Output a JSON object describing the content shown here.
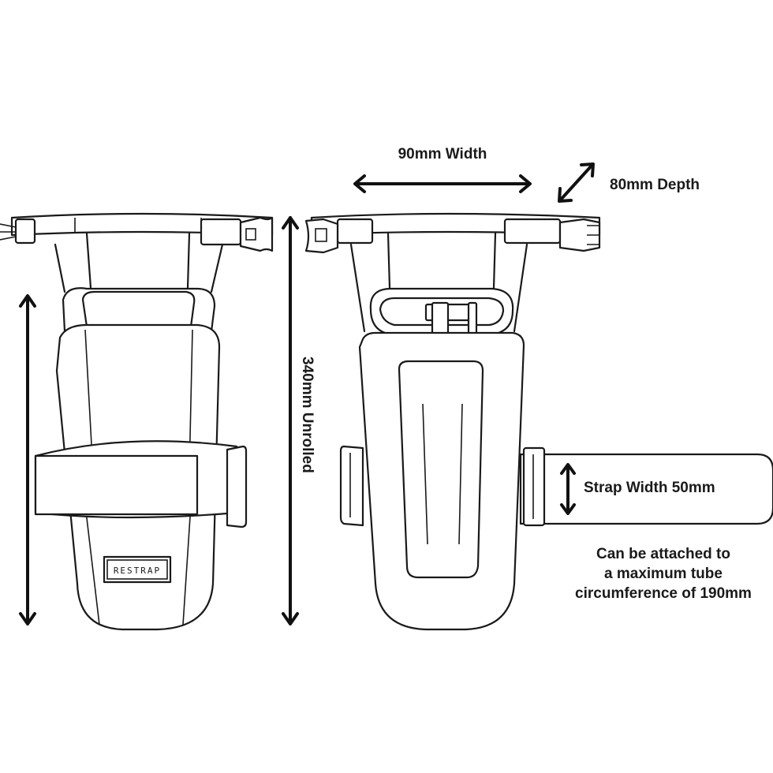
{
  "labels": {
    "width": "90mm Width",
    "depth": "80mm Depth",
    "height": "340mm Unrolled",
    "strap_width": "Strap Width 50mm",
    "attach_line1": "Can be attached to",
    "attach_line2": "a maximum tube",
    "attach_line3": "circumference of 190mm"
  },
  "logo": "RESTRAP",
  "colors": {
    "line": "#1a1a1a",
    "background": "#ffffff"
  }
}
